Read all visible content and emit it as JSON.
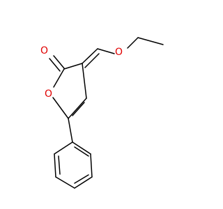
{
  "molecule": {
    "atoms": {
      "carbonyl_oxygen": "O",
      "ring_oxygen": "O",
      "ether_oxygen": "O"
    }
  },
  "colors": {
    "bond": "#000000",
    "heteroatom": "#e00000",
    "background": "#ffffff"
  }
}
